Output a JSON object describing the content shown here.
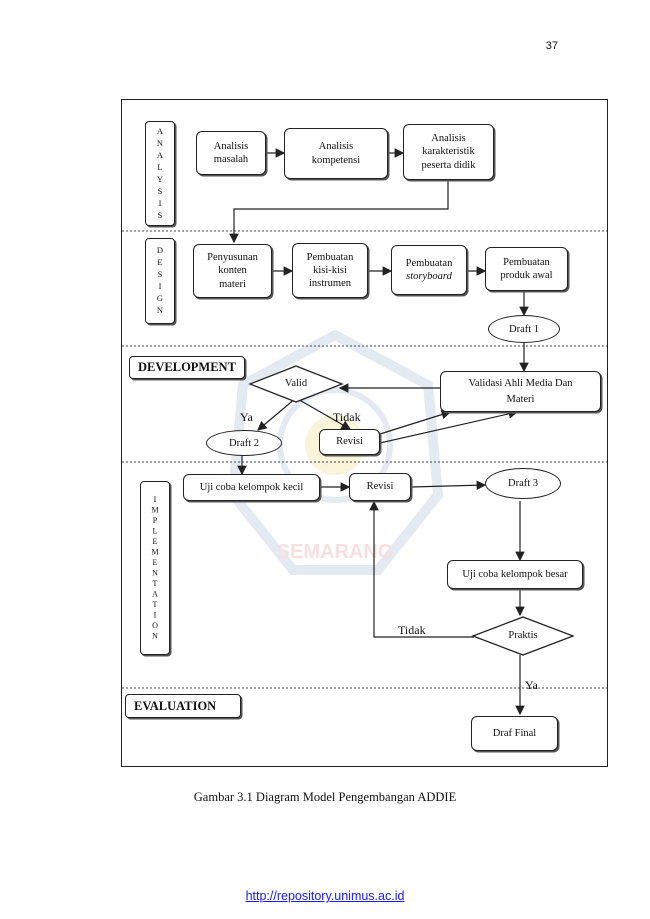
{
  "page_number": "37",
  "phases": {
    "analysis": "ANALYSIS",
    "design": "DESIGN",
    "development": "DEVELOPMENT",
    "implementation": "IMPLEMENTATION",
    "evaluation": "EVALUATION"
  },
  "analysis_steps": [
    "Analisis\nmasalah",
    "Analisis\nkompetensi",
    "Analisis\nkarakteristik\npeserta didik"
  ],
  "design_steps": {
    "penyusunan": "Penyusunan\nkonten\nmateri",
    "kisi": "Pembuatan\nkisi-kisi\ninstrumen",
    "storyboard_line1": "Pembuatan",
    "storyboard_line2": "storyboard",
    "produk": "Pembuatan\nproduk awal"
  },
  "nodes": {
    "draft1": "Draft 1",
    "validasi": "Validasi Ahli Media Dan\nMateri",
    "valid": "Valid",
    "draft2": "Draft 2",
    "revisi_dev": "Revisi",
    "uji_kecil": "Uji coba kelompok kecil",
    "revisi_impl": "Revisi",
    "draft3": "Draft 3",
    "uji_besar": "Uji coba kelompok besar",
    "praktis": "Praktis",
    "draf_final": "Draf Final"
  },
  "edge_labels": {
    "ya_valid": "Ya",
    "tidak_valid": "Tidak",
    "tidak_praktis": "Tidak",
    "ya_praktis": "Ya"
  },
  "caption": "Gambar 3.1 Diagram Model Pengembangan ADDIE",
  "footer_link": "http://repository.unimus.ac.id",
  "watermark_text": "SEMARANG"
}
